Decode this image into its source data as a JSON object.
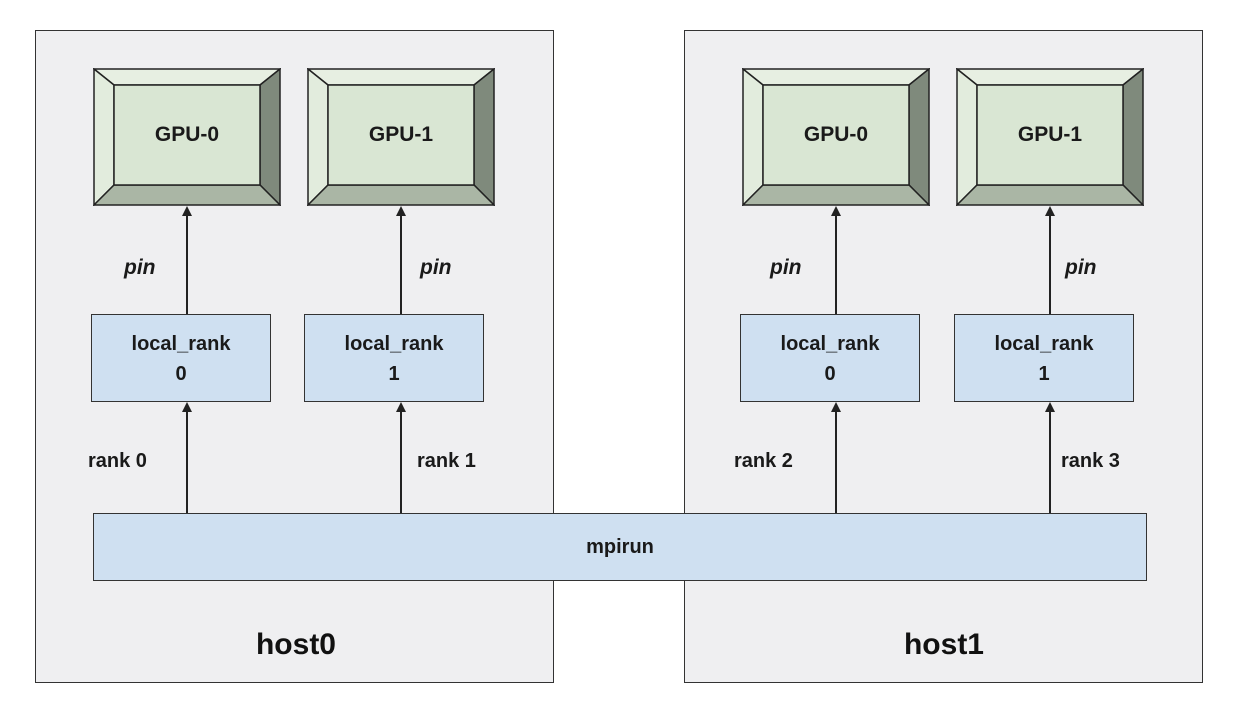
{
  "hosts": [
    {
      "label": "host0",
      "gpus": [
        "GPU-0",
        "GPU-1"
      ],
      "local_ranks": [
        {
          "title": "local_rank",
          "value": "0"
        },
        {
          "title": "local_rank",
          "value": "1"
        }
      ],
      "pin_labels": [
        "pin",
        "pin"
      ],
      "rank_labels": [
        "rank 0",
        "rank 1"
      ]
    },
    {
      "label": "host1",
      "gpus": [
        "GPU-0",
        "GPU-1"
      ],
      "local_ranks": [
        {
          "title": "local_rank",
          "value": "0"
        },
        {
          "title": "local_rank",
          "value": "1"
        }
      ],
      "pin_labels": [
        "pin",
        "pin"
      ],
      "rank_labels": [
        "rank 2",
        "rank 3"
      ]
    }
  ],
  "launcher": {
    "label": "mpirun"
  },
  "colors": {
    "host_bg": "#efeff1",
    "gpu_face": "#d9e6d3",
    "rank_box": "#cfe0f1",
    "stroke": "#222222"
  }
}
